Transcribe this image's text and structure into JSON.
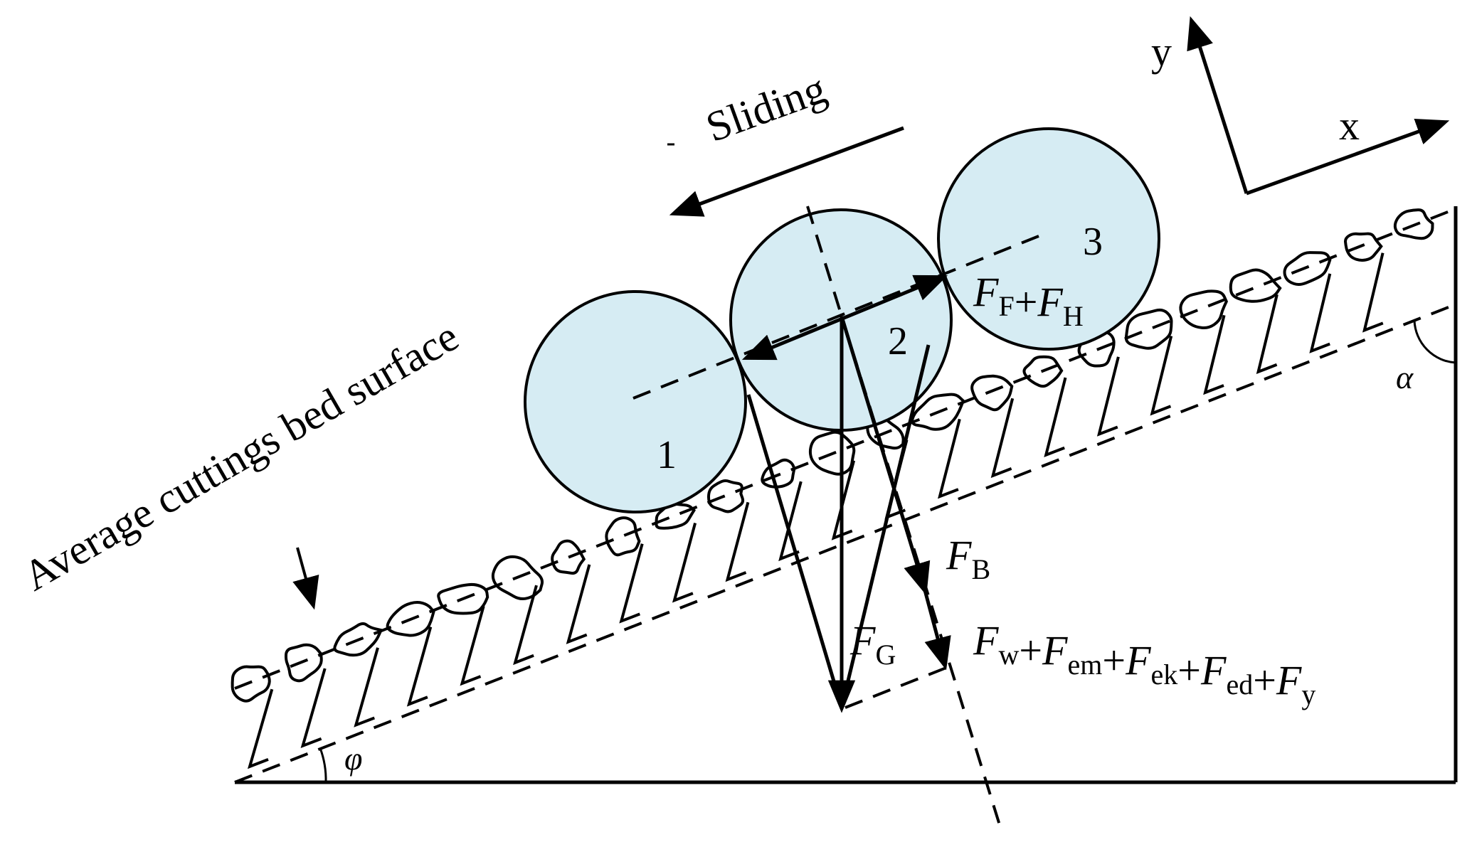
{
  "labels": {
    "sliding": "Sliding",
    "bed_surface": "Average cuttings bed surface",
    "axis_x": "x",
    "axis_y": "y",
    "angle_phi": "φ",
    "angle_alpha": "α"
  },
  "particles": [
    {
      "number": "1"
    },
    {
      "number": "2"
    },
    {
      "number": "3"
    }
  ],
  "forces": {
    "contact": [
      {
        "sym": "F",
        "sub": "F"
      },
      {
        "op": "+"
      },
      {
        "sym": "F",
        "sub": "H"
      }
    ],
    "buoyancy": [
      {
        "sym": "F",
        "sub": "B"
      }
    ],
    "gravity": [
      {
        "sym": "F",
        "sub": "G"
      }
    ],
    "fluid": [
      {
        "sym": "F",
        "sub": "w"
      },
      {
        "op": "+"
      },
      {
        "sym": "F",
        "sub": "em"
      },
      {
        "op": "+"
      },
      {
        "sym": "F",
        "sub": "ek"
      },
      {
        "op": "+"
      },
      {
        "sym": "F",
        "sub": "ed"
      },
      {
        "op": "+"
      },
      {
        "sym": "F",
        "sub": "y"
      }
    ]
  },
  "colors": {
    "particle_fill": "#d6ecf3",
    "line": "#000000"
  }
}
